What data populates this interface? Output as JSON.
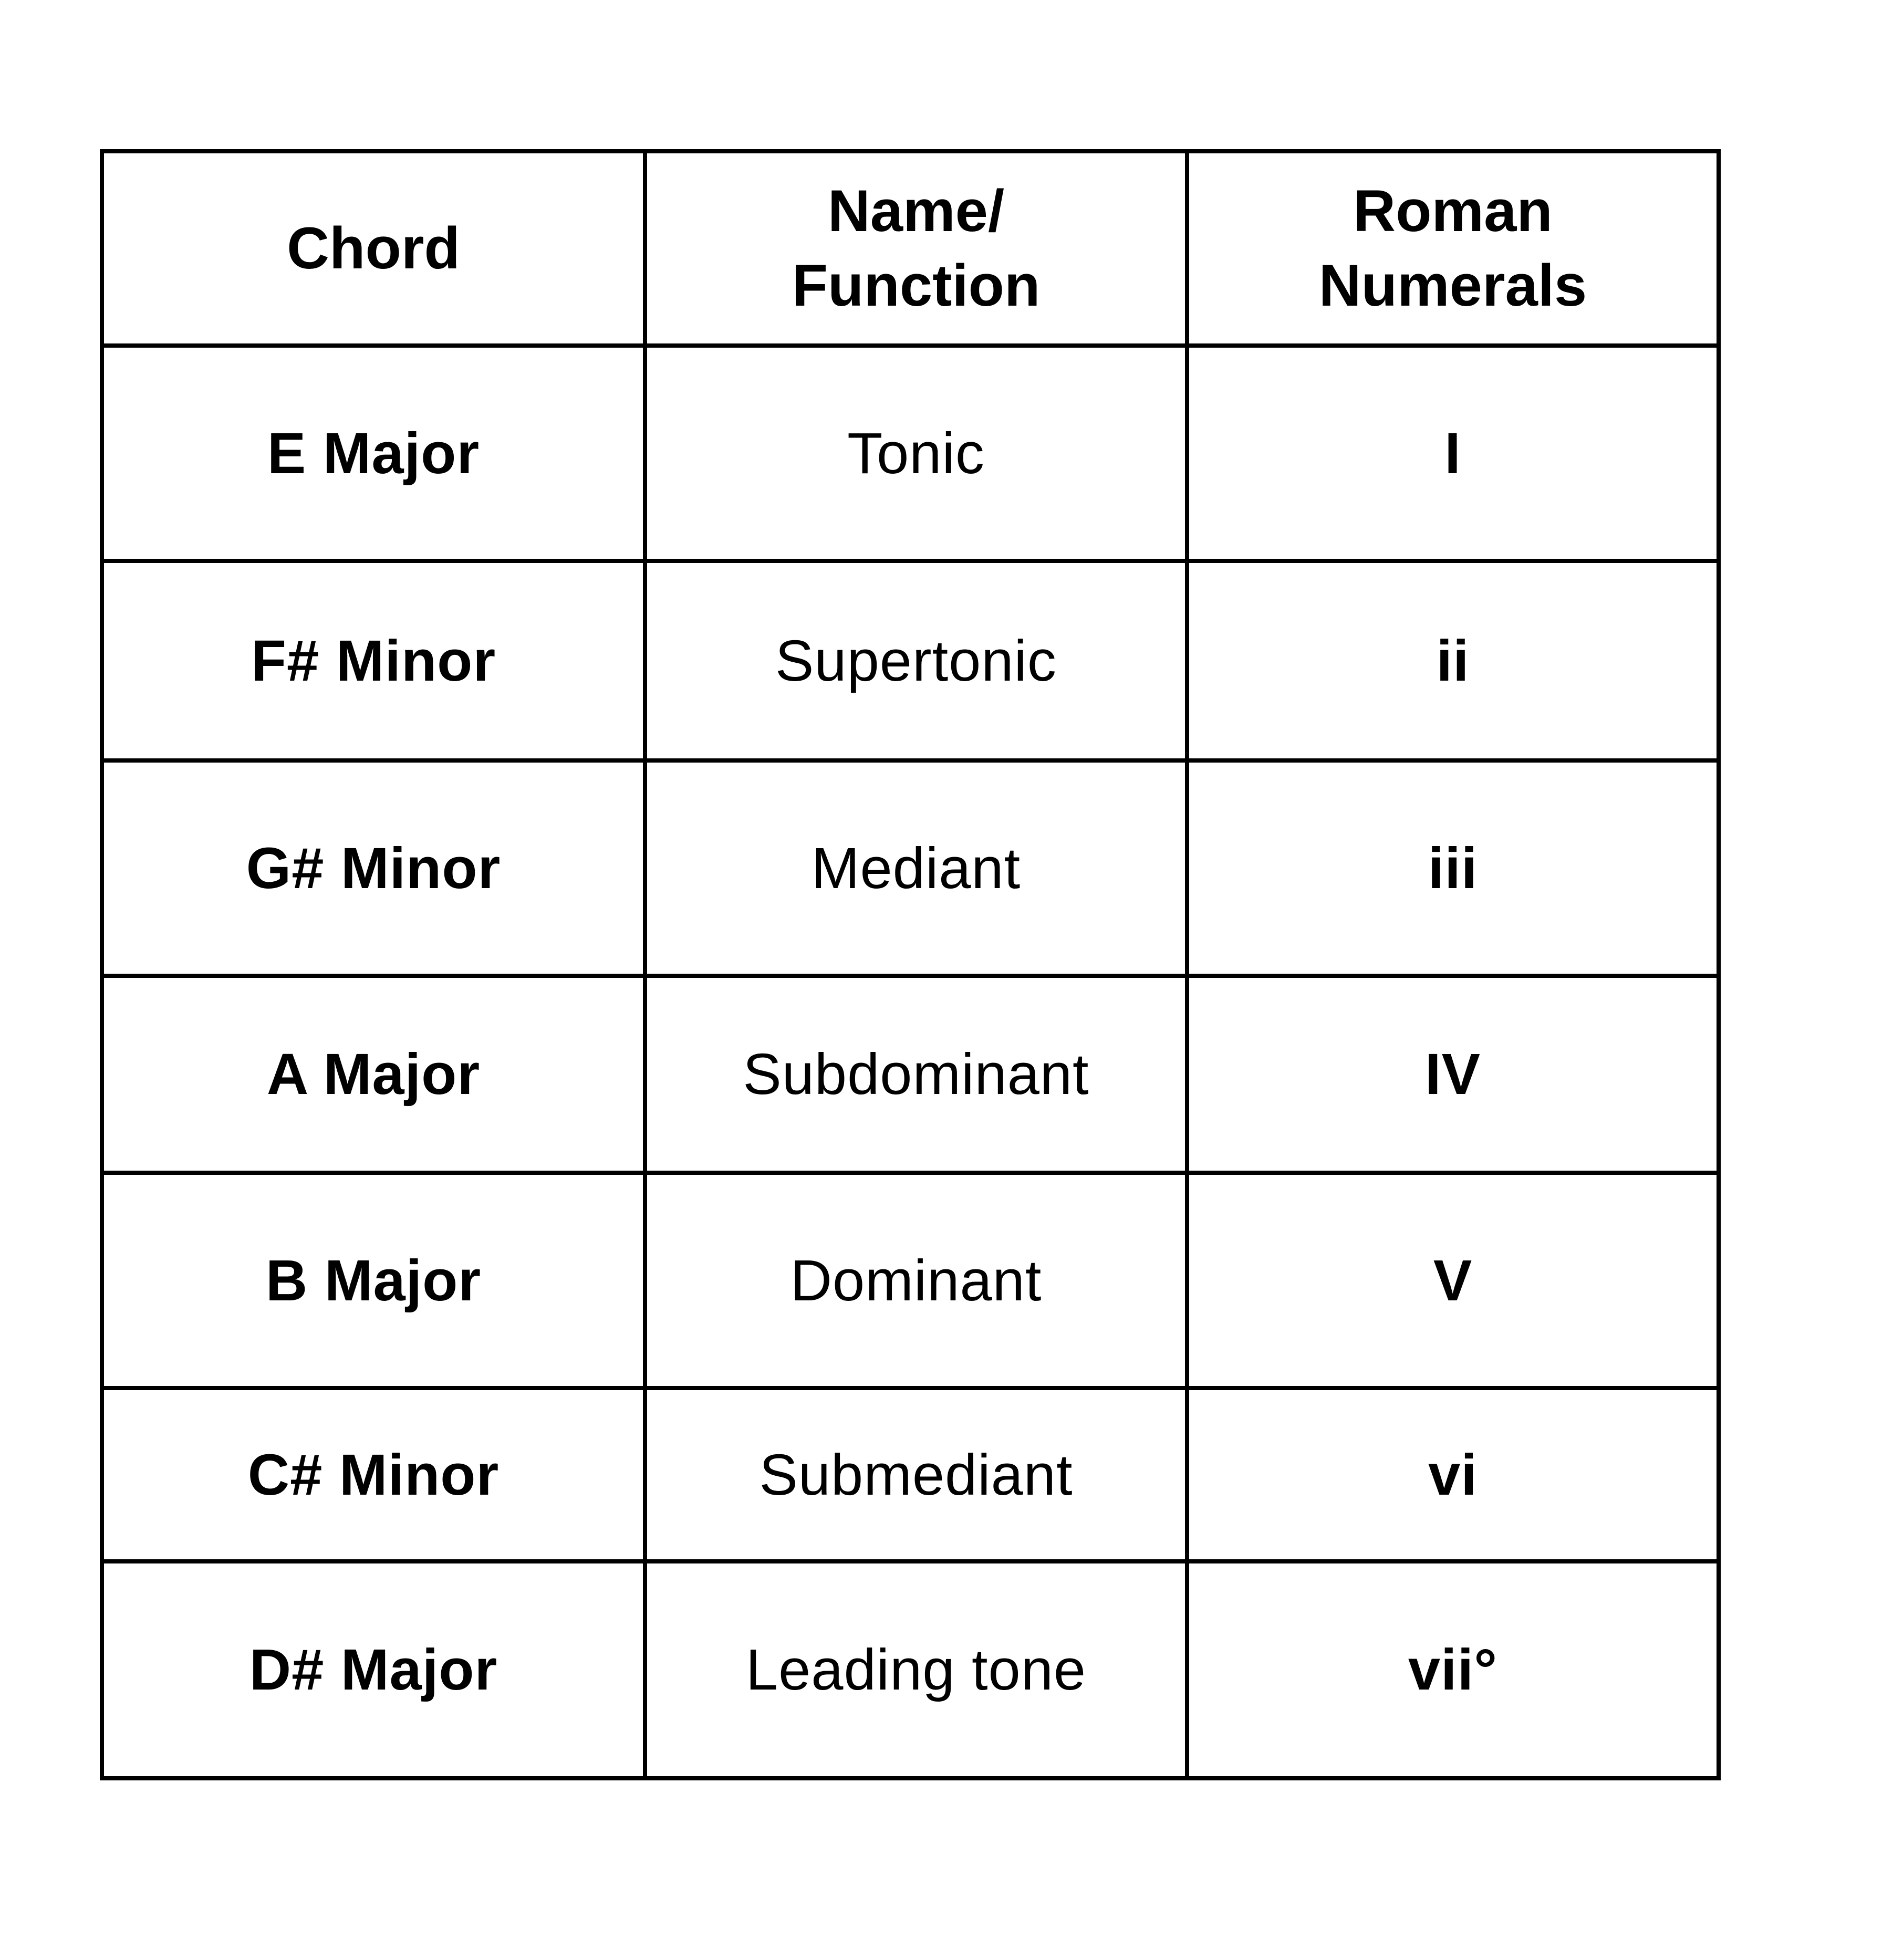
{
  "page": {
    "background_color": "#ffffff",
    "text_color": "#000000",
    "border_color": "#000000"
  },
  "table": {
    "headers": [
      {
        "label": "Chord"
      },
      {
        "label": "Name/\nFunction"
      },
      {
        "label": "Roman\nNumerals"
      }
    ],
    "rows": [
      {
        "chord": "E Major",
        "function": "Tonic",
        "numeral": "I"
      },
      {
        "chord": "F# Minor",
        "function": "Supertonic",
        "numeral": "ii"
      },
      {
        "chord": "G# Minor",
        "function": "Mediant",
        "numeral": "iii"
      },
      {
        "chord": "A Major",
        "function": "Subdominant",
        "numeral": "IV"
      },
      {
        "chord": "B Major",
        "function": "Dominant",
        "numeral": "V"
      },
      {
        "chord": "C# Minor",
        "function": "Submediant",
        "numeral": "vi"
      },
      {
        "chord": "D# Major",
        "function": "Leading tone",
        "numeral": "vii°"
      }
    ]
  }
}
